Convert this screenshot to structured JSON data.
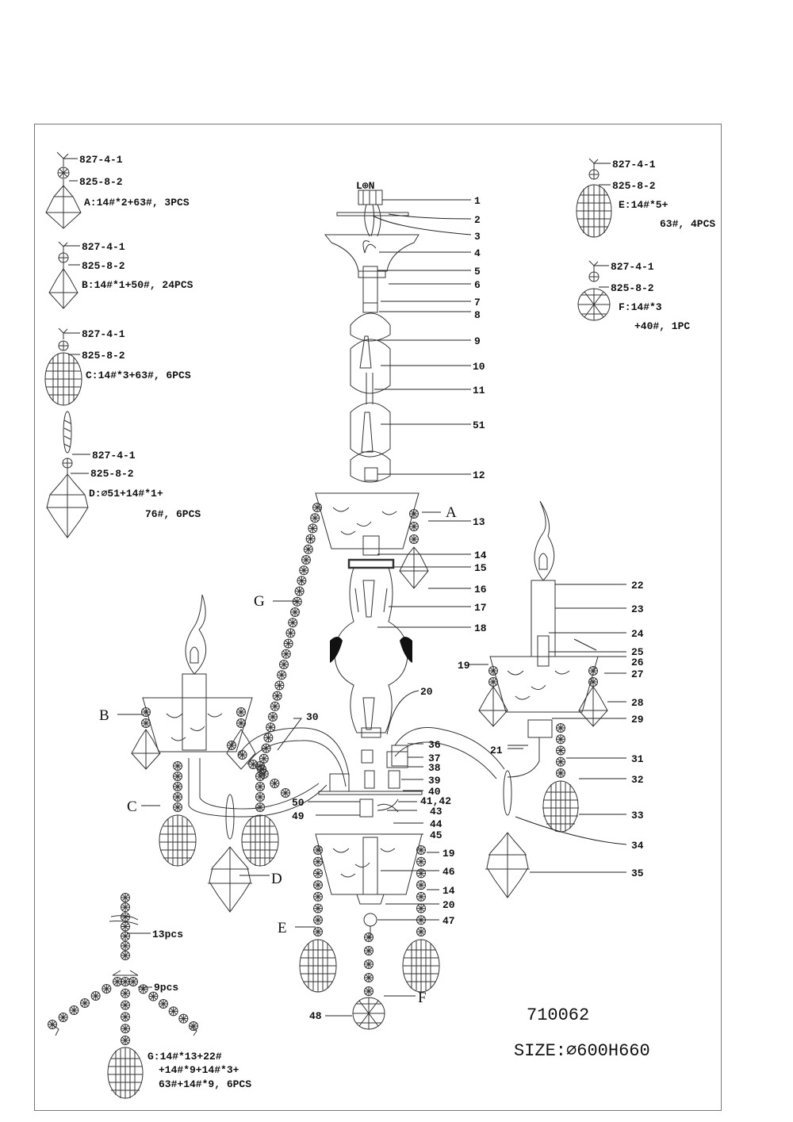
{
  "model": "710062",
  "size_label": "SIZE:⌀600H660",
  "terminal_label": "L⊕N",
  "legend": [
    {
      "key": "A",
      "codes": [
        "827-4-1",
        "825-8-2"
      ],
      "spec": [
        "A:14#*2+63#, 3PCS"
      ]
    },
    {
      "key": "B",
      "codes": [
        "827-4-1",
        "825-8-2"
      ],
      "spec": [
        "B:14#*1+50#, 24PCS"
      ]
    },
    {
      "key": "C",
      "codes": [
        "827-4-1",
        "825-8-2"
      ],
      "spec": [
        "C:14#*3+63#, 6PCS"
      ]
    },
    {
      "key": "D",
      "codes": [
        "827-4-1",
        "825-8-2"
      ],
      "spec": [
        "D:⌀51+14#*1+",
        "76#, 6PCS"
      ]
    },
    {
      "key": "E",
      "codes": [
        "827-4-1",
        "825-8-2"
      ],
      "spec": [
        "E:14#*5+",
        "63#, 4PCS"
      ]
    },
    {
      "key": "F",
      "codes": [
        "827-4-1",
        "825-8-2"
      ],
      "spec": [
        "F:14#*3",
        "+40#, 1PC"
      ]
    }
  ],
  "garland": {
    "count_a": "13pcs",
    "count_b": "9pcs",
    "spec": [
      "G:14#*13+22#",
      "+14#*9+14#*3+",
      "63#+14#*9, 6PCS"
    ]
  },
  "letter_callouts": [
    "A",
    "B",
    "C",
    "D",
    "E",
    "F",
    "G"
  ],
  "part_numbers": [
    "1",
    "2",
    "3",
    "4",
    "5",
    "6",
    "7",
    "8",
    "9",
    "10",
    "11",
    "51",
    "12",
    "13",
    "14",
    "15",
    "16",
    "17",
    "18",
    "19",
    "20",
    "21",
    "22",
    "23",
    "24",
    "25",
    "26",
    "27",
    "28",
    "29",
    "30",
    "31",
    "32",
    "33",
    "34",
    "35",
    "36",
    "37",
    "38",
    "39",
    "40",
    "41,42",
    "43",
    "44",
    "45",
    "46",
    "47",
    "48",
    "49",
    "50"
  ],
  "right_bottom_numbers": [
    "19",
    "46",
    "14",
    "20",
    "47"
  ]
}
